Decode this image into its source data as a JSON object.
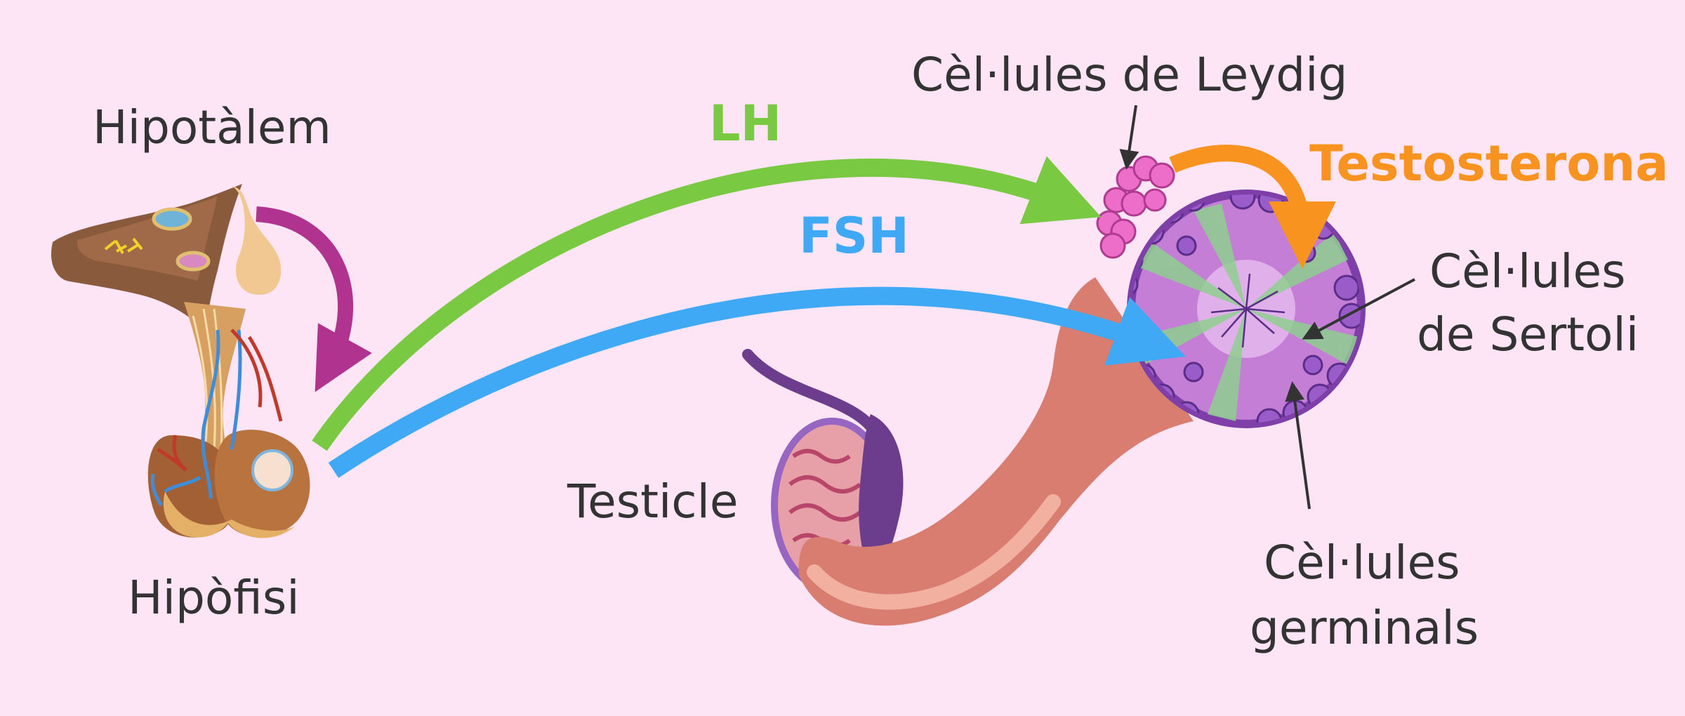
{
  "labels": {
    "hypothalamus": "Hipotàlem",
    "pituitary": "Hipòfisi",
    "testicle": "Testicle",
    "leydig": "Cèl·lules de Leydig",
    "sertoli_line1": "Cèl·lules",
    "sertoli_line2": "de Sertoli",
    "germinal_line1": "Cèl·lules",
    "germinal_line2": "germinals"
  },
  "hormones": {
    "lh": "LH",
    "fsh": "FSH",
    "testosterone": "Testosterona"
  },
  "colors": {
    "background": "#fde5f6",
    "lh": "#7ac943",
    "fsh": "#3fa9f5",
    "testosterone": "#f7931e",
    "hypothalamus_arrow": "#b0348f",
    "text": "#333333"
  }
}
